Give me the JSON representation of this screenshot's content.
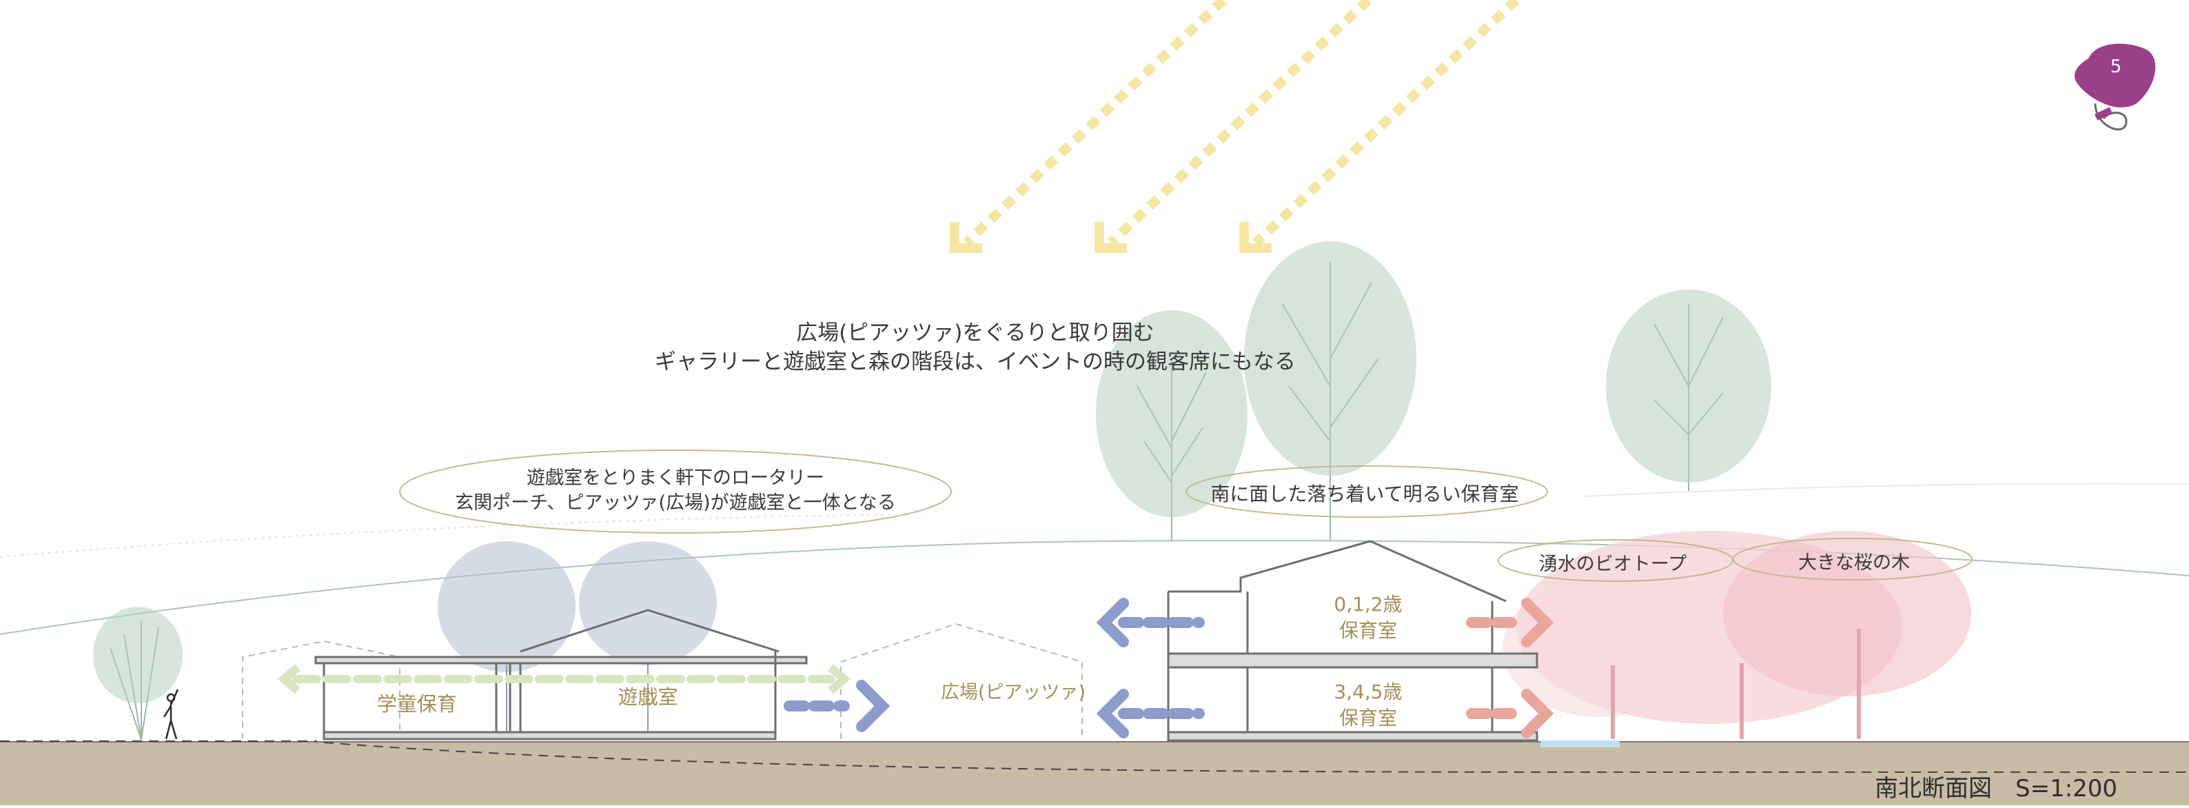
{
  "headline": [
    "広場(ピアッツァ)をぐるりと取り囲む",
    "ギャラリーと遊戯室と森の階段は、イベントの時の観客席にもなる"
  ],
  "callouts": {
    "playroom": [
      "遊戯室をとりまく軒下のロータリー",
      "玄関ポーチ、ピアッツァ(広場)が遊戯室と一体となる"
    ],
    "nursery": "南に面した落ち着いて明るい保育室",
    "biotope": "湧水のビオトープ",
    "cherry": "大きな桜の木"
  },
  "rooms": {
    "gakudo": "学童保育",
    "yugi": "遊戯室",
    "piazza": "広場(ピアッツァ)",
    "nursery_upper": [
      "0,1,2歳",
      "保育室"
    ],
    "nursery_lower": [
      "3,4,5歳",
      "保育室"
    ]
  },
  "scale_label": "南北断面図　S=1:200",
  "page_badge": "5",
  "colors": {
    "ground": "#c9bba4",
    "sun_arrow": "#f6e6a4",
    "tree_green": "#8fb39a",
    "cherry_pink": "#eeb4bb",
    "wind_blue": "#8c9ccb",
    "wind_pink": "#e8a69a",
    "circulation_green": "#d7e6be",
    "room_text": "#a48f55",
    "badge_purple": "#9a3f8a"
  }
}
